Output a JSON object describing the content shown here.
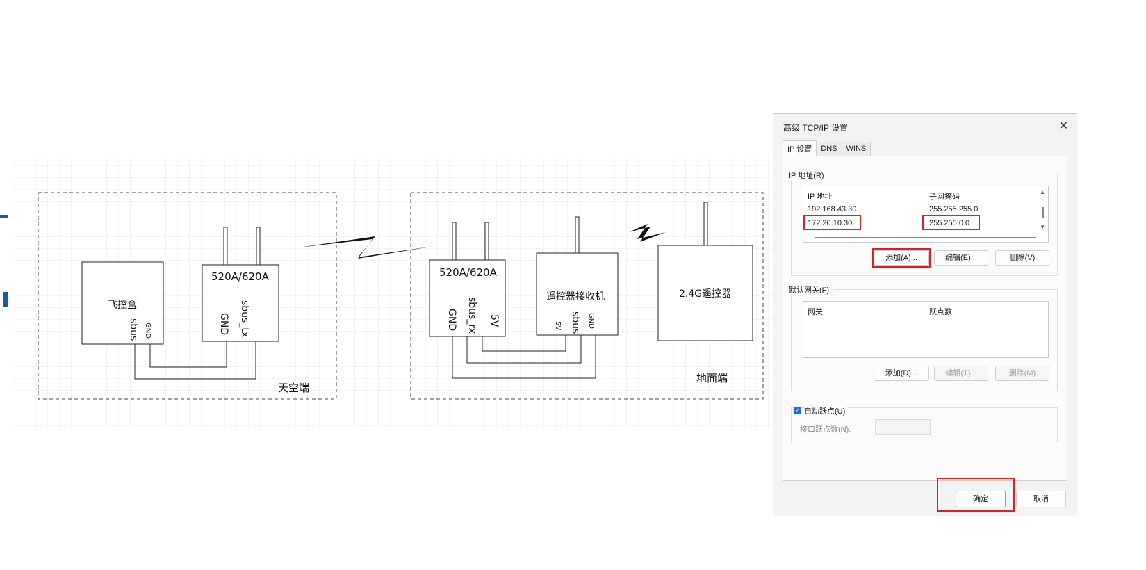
{
  "diagram": {
    "labels": {
      "flight_box": "飞控盒",
      "air_module": "520A/620A",
      "ground_module": "520A/620A",
      "receiver": "遥控器接收机",
      "remote": "2.4G遥控器",
      "sky_end": "天空端",
      "ground_end": "地面端"
    },
    "pins": {
      "flight_box_sbus": "sbus",
      "flight_box_gnd": "GND",
      "air_gnd": "GND",
      "air_sbus_tx": "sbus_tx",
      "ground_gnd": "GND",
      "ground_sbus_rx": "sbus_rx",
      "ground_5v": "5V",
      "receiver_5v": "5V",
      "receiver_sbus": "sbus",
      "receiver_gnd": "GND"
    },
    "colors": {
      "line": "#222222",
      "grid": "#e9e9e9",
      "dash": "#444444"
    }
  },
  "dialog": {
    "title": "高级 TCP/IP 设置",
    "close_icon": "close-icon",
    "tabs": [
      "IP 设置",
      "DNS",
      "WINS"
    ],
    "ip_group": {
      "label": "IP 地址(R)",
      "col_ip": "IP 地址",
      "col_mask": "子网掩码",
      "rows": [
        {
          "ip": "192.168.43.30",
          "mask": "255.255.255.0"
        },
        {
          "ip": "172.20.10.30",
          "mask": "255.255.0.0"
        }
      ],
      "add": "添加(A)...",
      "edit": "编辑(E)...",
      "delete": "删除(V)"
    },
    "gateway_group": {
      "label": "默认网关(F):",
      "col_gateway": "网关",
      "col_metric": "跃点数",
      "add": "添加(D)...",
      "edit": "编辑(T)...",
      "delete": "删除(M)"
    },
    "auto_metric": {
      "label": "自动跃点(U)",
      "checked": true
    },
    "interface_metric": {
      "label": "接口跃点数(N):",
      "value": ""
    },
    "ok": "确定",
    "cancel": "取消",
    "highlight_color": "#e02020"
  }
}
